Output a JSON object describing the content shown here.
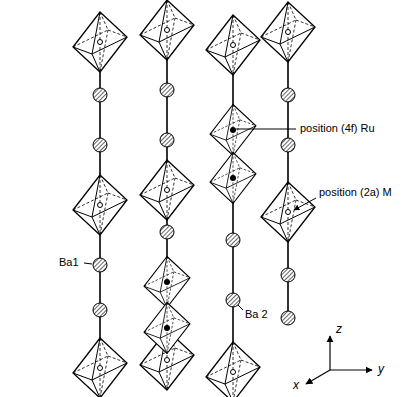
{
  "diagram": {
    "labels": [
      "position (4f) Ru",
      "position (2a) M",
      "Ba1",
      "Ba 2",
      "z",
      "y",
      "x"
    ]
  }
}
